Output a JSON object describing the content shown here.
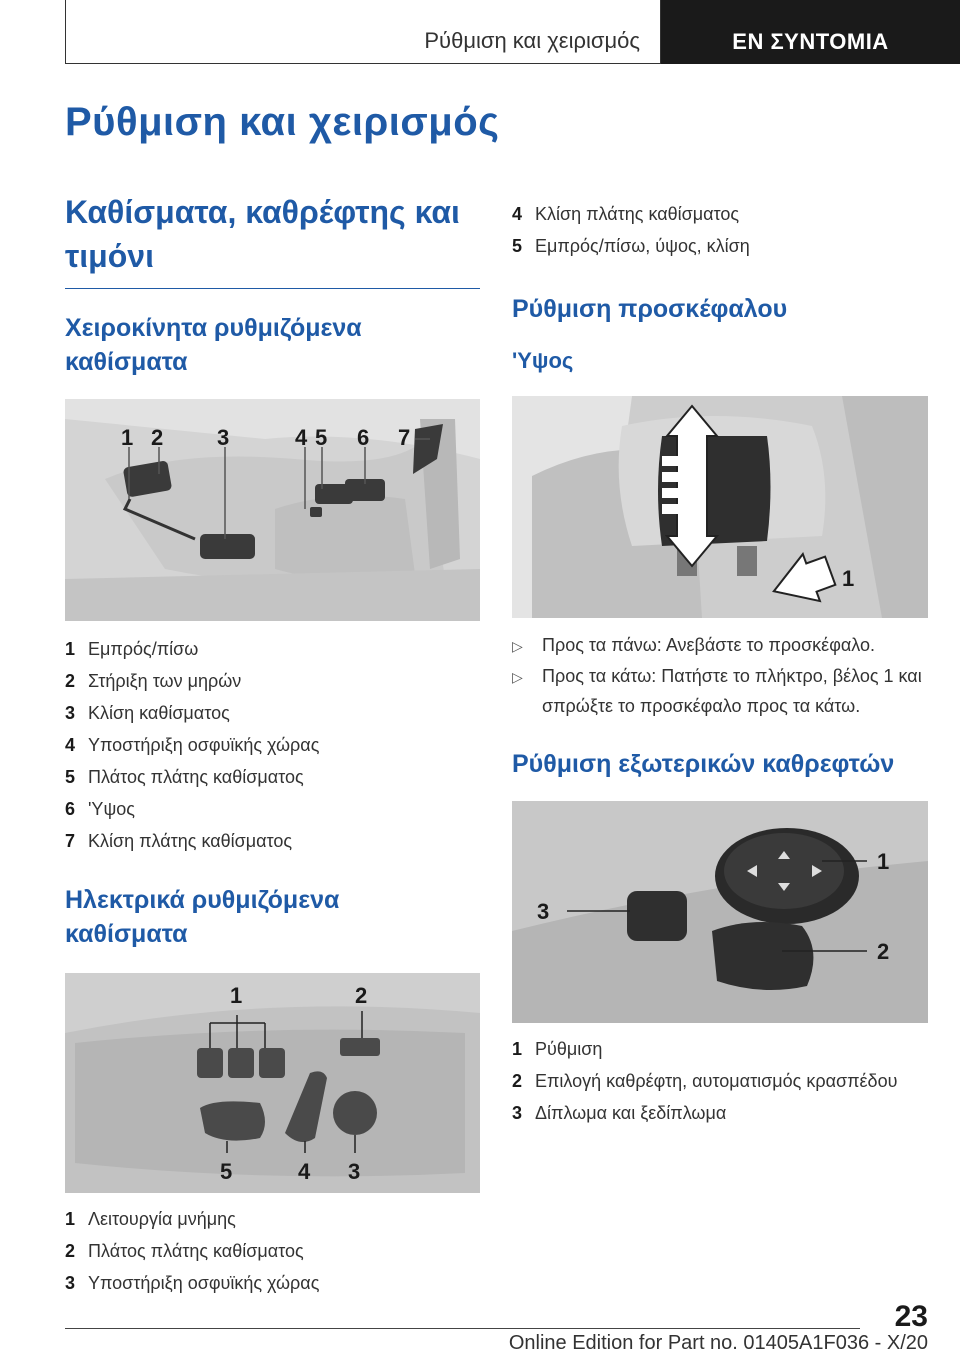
{
  "header": {
    "section": "Ρύθμιση και χειρισμός",
    "tab": "ΕΝ ΣΥΝΤΟΜΙΑ"
  },
  "title": "Ρύθμιση και χειρισμός",
  "left": {
    "section_heading": "Καθίσματα, καθρέφτης και τιμόνι",
    "manual_heading": "Χειροκίνητα ρυθμιζόμενα καθίσματα",
    "manual_figure_labels": [
      "1",
      "2",
      "3",
      "4",
      "5",
      "6",
      "7"
    ],
    "manual_items": [
      {
        "num": "1",
        "text": "Εμπρός/πίσω"
      },
      {
        "num": "2",
        "text": "Στήριξη των μηρών"
      },
      {
        "num": "3",
        "text": "Κλίση καθίσματος"
      },
      {
        "num": "4",
        "text": "Υποστήριξη οσφυϊκής χώρας"
      },
      {
        "num": "5",
        "text": "Πλάτος πλάτης καθίσματος"
      },
      {
        "num": "6",
        "text": "'Υψος"
      },
      {
        "num": "7",
        "text": "Κλίση πλάτης καθίσματος"
      }
    ],
    "electric_heading": "Ηλεκτρικά ρυθμιζόμενα καθίσματα",
    "electric_figure_labels": [
      "1",
      "2",
      "5",
      "4",
      "3"
    ],
    "electric_items": [
      {
        "num": "1",
        "text": "Λειτουργία μνήμης"
      },
      {
        "num": "2",
        "text": "Πλάτος πλάτης καθίσματος"
      },
      {
        "num": "3",
        "text": "Υποστήριξη οσφυϊκής χώρας"
      }
    ]
  },
  "right": {
    "top_items": [
      {
        "num": "4",
        "text": "Κλίση πλάτης καθίσματος"
      },
      {
        "num": "5",
        "text": "Εμπρός/πίσω, ύψος, κλίση"
      }
    ],
    "headrest_heading": "Ρύθμιση προσκέφαλου",
    "height_heading": "'Υψος",
    "headrest_figure_labels": [
      "1"
    ],
    "headrest_steps": [
      "Προς τα πάνω: Ανεβάστε το προσκέφαλο.",
      "Προς τα κάτω: Πατήστε το πλήκτρο, βέλος 1 και σπρώξτε το προσκέφαλο προς τα κάτω."
    ],
    "mirrors_heading": "Ρύθμιση εξωτερικών καθρεφτών",
    "mirror_figure_labels": [
      "1",
      "2",
      "3"
    ],
    "mirror_items": [
      {
        "num": "1",
        "text": "Ρύθμιση"
      },
      {
        "num": "2",
        "text": "Επιλογή καθρέφτη, αυτοματισμός κρασπέδου"
      },
      {
        "num": "3",
        "text": "Δίπλωμα και ξεδίπλωμα"
      }
    ]
  },
  "footer": {
    "page": "23",
    "edition": "Online Edition for Part no. 01405A1F036 - X/20"
  },
  "colors": {
    "accent": "#1f5aa6",
    "text": "#1a1a1a",
    "figure_bg": "#d9d9d9"
  }
}
